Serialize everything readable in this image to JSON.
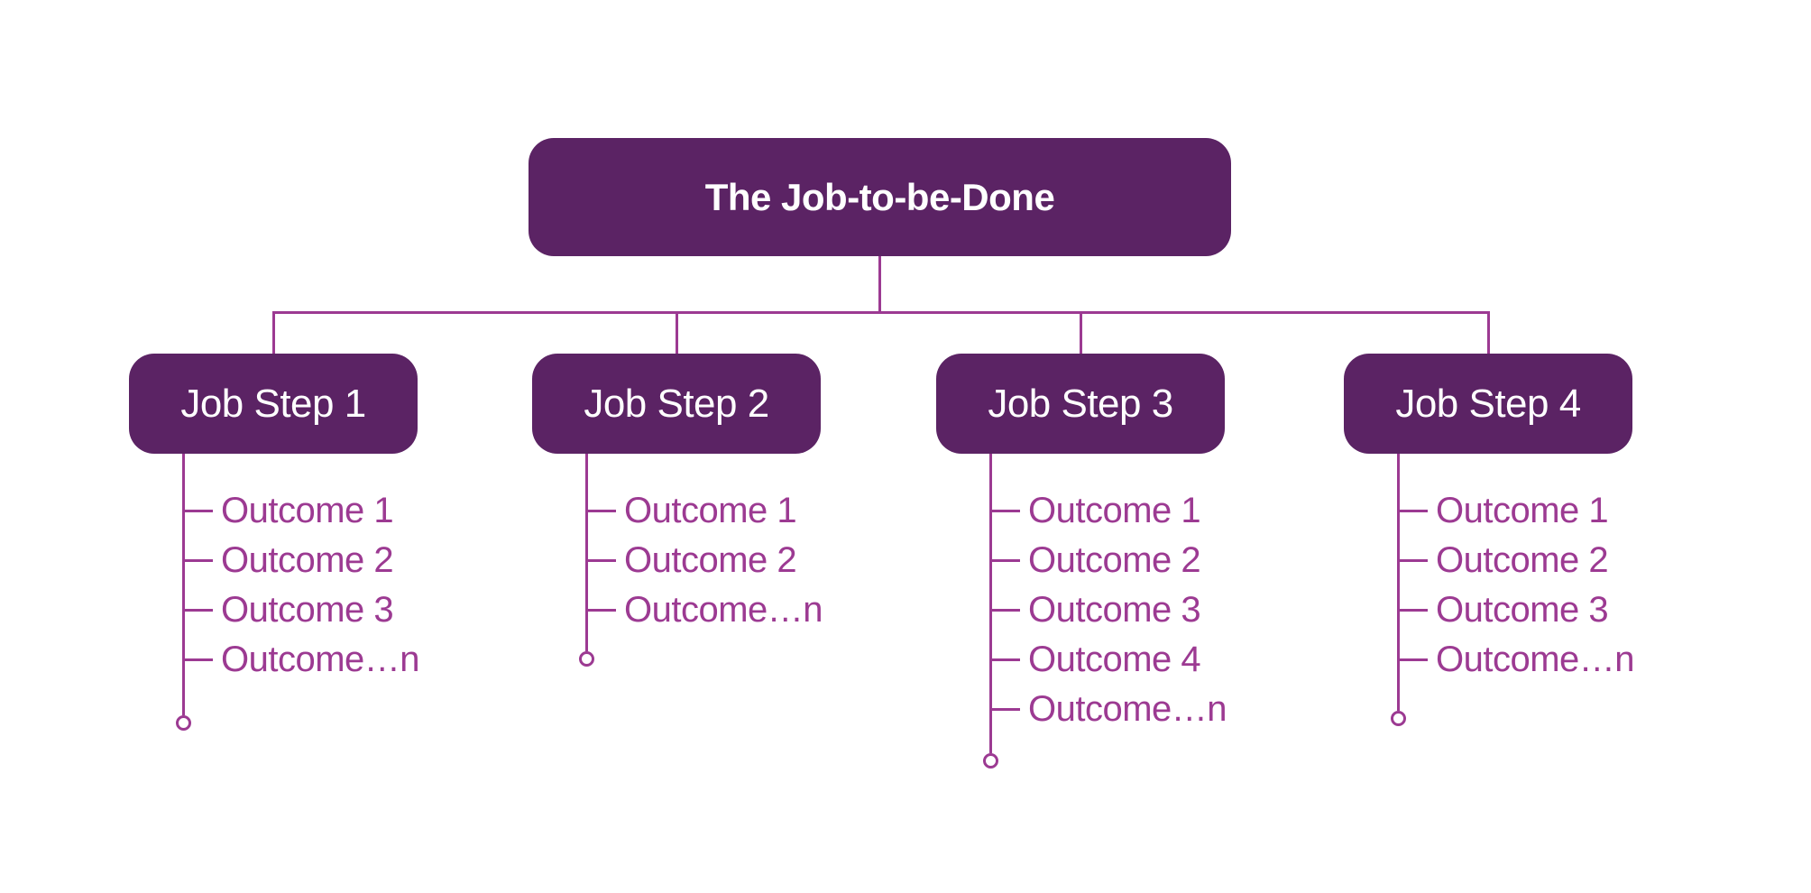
{
  "diagram": {
    "root": {
      "label": "The Job-to-be-Done"
    },
    "steps": [
      {
        "label": "Job Step 1",
        "outcomes": [
          "Outcome 1",
          "Outcome 2",
          "Outcome 3",
          "Outcome…n"
        ]
      },
      {
        "label": "Job Step 2",
        "outcomes": [
          "Outcome 1",
          "Outcome 2",
          "Outcome…n"
        ]
      },
      {
        "label": "Job Step 3",
        "outcomes": [
          "Outcome 1",
          "Outcome 2",
          "Outcome 3",
          "Outcome 4",
          "Outcome…n"
        ]
      },
      {
        "label": "Job Step 4",
        "outcomes": [
          "Outcome 1",
          "Outcome 2",
          "Outcome 3",
          "Outcome…n"
        ]
      }
    ],
    "colors": {
      "node_fill": "#5B2364",
      "node_text": "#FFFFFF",
      "line": "#9C3A92",
      "outcome_text": "#9C3A92",
      "background": "#FFFFFF"
    }
  }
}
